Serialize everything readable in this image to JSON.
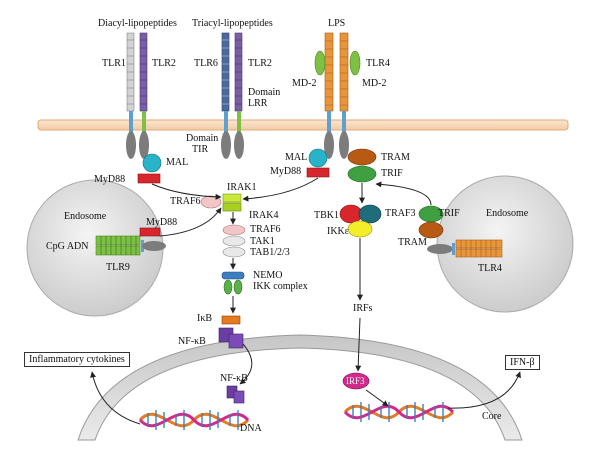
{
  "ligands": {
    "diacyl": "Diacyl-lipopeptides",
    "triacyl": "Triacyl-lipopeptides",
    "lps": "LPS"
  },
  "receptors": {
    "tlr1": "TLR1",
    "tlr2": "TLR2",
    "tlr6": "TLR6",
    "tlr2b": "TLR2",
    "tlr4": "TLR4",
    "md2_left": "MD-2",
    "md2_right": "MD-2",
    "domain_lrr_1": "Domain",
    "domain_lrr_2": "LRR",
    "domain_tir_1": "Domain",
    "domain_tir_2": "TIR"
  },
  "adaptors": {
    "mal_left": "MAL",
    "myd88_left": "MyD88",
    "mal_mid": "MAL",
    "myd88_mid": "MyD88",
    "tram_mid": "TRAM",
    "trif_mid": "TRIF",
    "irak1": "IRAK1",
    "traf6_upper": "TRAF6",
    "irak4": "IRAK4",
    "traf6_lower": "TRAF6",
    "tak1": "TAK1",
    "tab": "TAB1/2/3",
    "nemo": "NEMO",
    "ikk_complex": "IKK complex",
    "ikb": "IκB",
    "nfkb_cyto": "NF-κB",
    "nfkb_nuc": "NF-κB",
    "tbk1": "TBK1",
    "traf3": "TRAF3",
    "ikke": "IKKε",
    "trif_right": "TRIF",
    "tram_right": "TRAM",
    "irfs": "IRFs",
    "irf3": "IRF3"
  },
  "endosome_left": {
    "title": "Endosome",
    "cpg": "CpG ADN",
    "myd88": "MyD88",
    "tlr9": "TLR9"
  },
  "endosome_right": {
    "title": "Endosome",
    "tlr4": "TLR4"
  },
  "outputs": {
    "cytokines": "Inflammatory cytokines",
    "ifnb": "IFN-β",
    "dna": "DNA",
    "core": "Core"
  },
  "colors": {
    "membrane": "#f9dcc0",
    "membrane_border": "#e3a878",
    "tlr1": "#cfcfcf",
    "tlr2": "#7a5ea8",
    "tlr6": "#4e6a9b",
    "tlr4": "#e8963c",
    "md2": "#7dc043",
    "tir": "#7c7c7c",
    "mal": "#28b3c8",
    "myd88": "#d7262c",
    "irak1": "#c8e83a",
    "traf6": "#f2c6c6",
    "tram": "#b85a14",
    "trif": "#3fa042",
    "tbk1": "#d7262c",
    "traf3": "#1f6c7a",
    "ikke": "#f2ee2a",
    "nemo": "#3c7fc0",
    "ikk": "#5ab14b",
    "ikb": "#e57b20",
    "nfkb": "#6a3ea0",
    "irf3": "#d12a8b",
    "endosome": "#dedede",
    "nucleus": "#d9d9d9"
  }
}
